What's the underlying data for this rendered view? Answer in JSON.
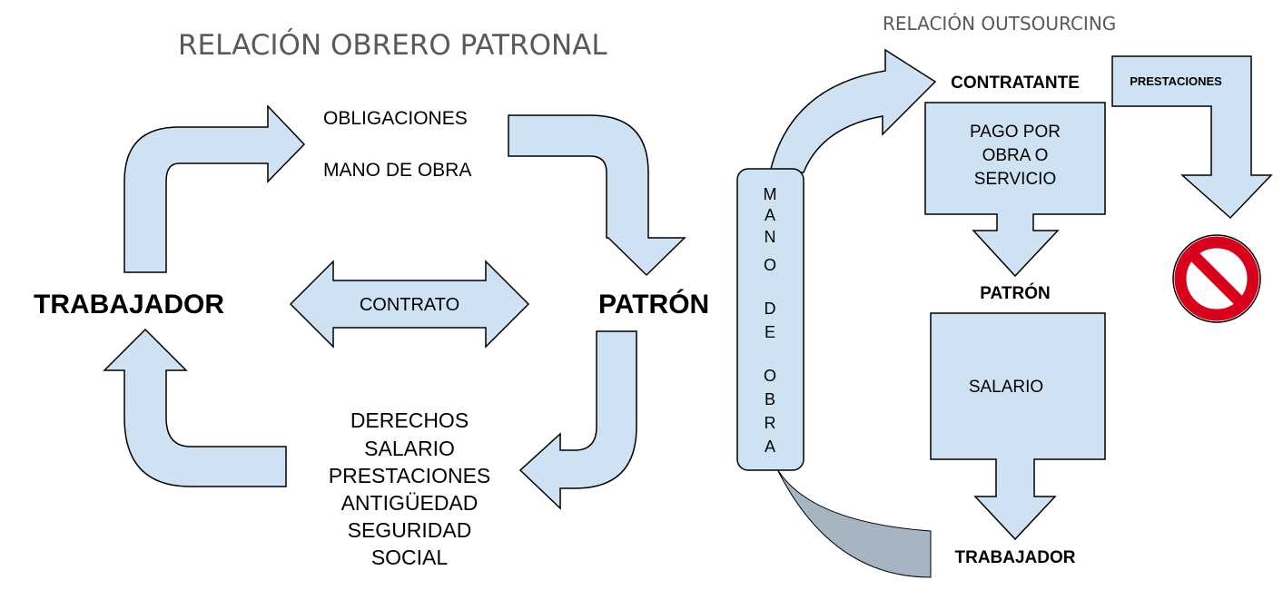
{
  "left": {
    "title": "RELACIÓN OBRERO PATRONAL",
    "worker": "TRABAJADOR",
    "employer": "PATRÓN",
    "contract": "CONTRATO",
    "obligations": "OBLIGACIONES",
    "labor": "MANO DE OBRA",
    "rights": [
      "DERECHOS",
      "SALARIO",
      "PRESTACIONES",
      "ANTIGÜEDAD",
      "SEGURIDAD",
      "SOCIAL"
    ]
  },
  "right": {
    "title": "RELACIÓN OUTSOURCING",
    "contractor": "CONTRATANTE",
    "benefits": "PRESTACIONES",
    "payment": [
      "PAGO POR",
      "OBRA O",
      "SERVICIO"
    ],
    "employer": "PATRÓN",
    "salary": "SALARIO",
    "worker": "TRABAJADOR",
    "labor_vertical": [
      "M",
      "A",
      "N",
      "O",
      "",
      "D",
      "E",
      "",
      "O",
      "B",
      "R",
      "A"
    ]
  },
  "colors": {
    "arrow_fill": "#cfe2f3",
    "arrow_stroke": "#000000",
    "dark_arrow_fill": "#a7b5c3",
    "prohibited": "#d9001b"
  },
  "icons": [
    "prohibited-icon"
  ]
}
